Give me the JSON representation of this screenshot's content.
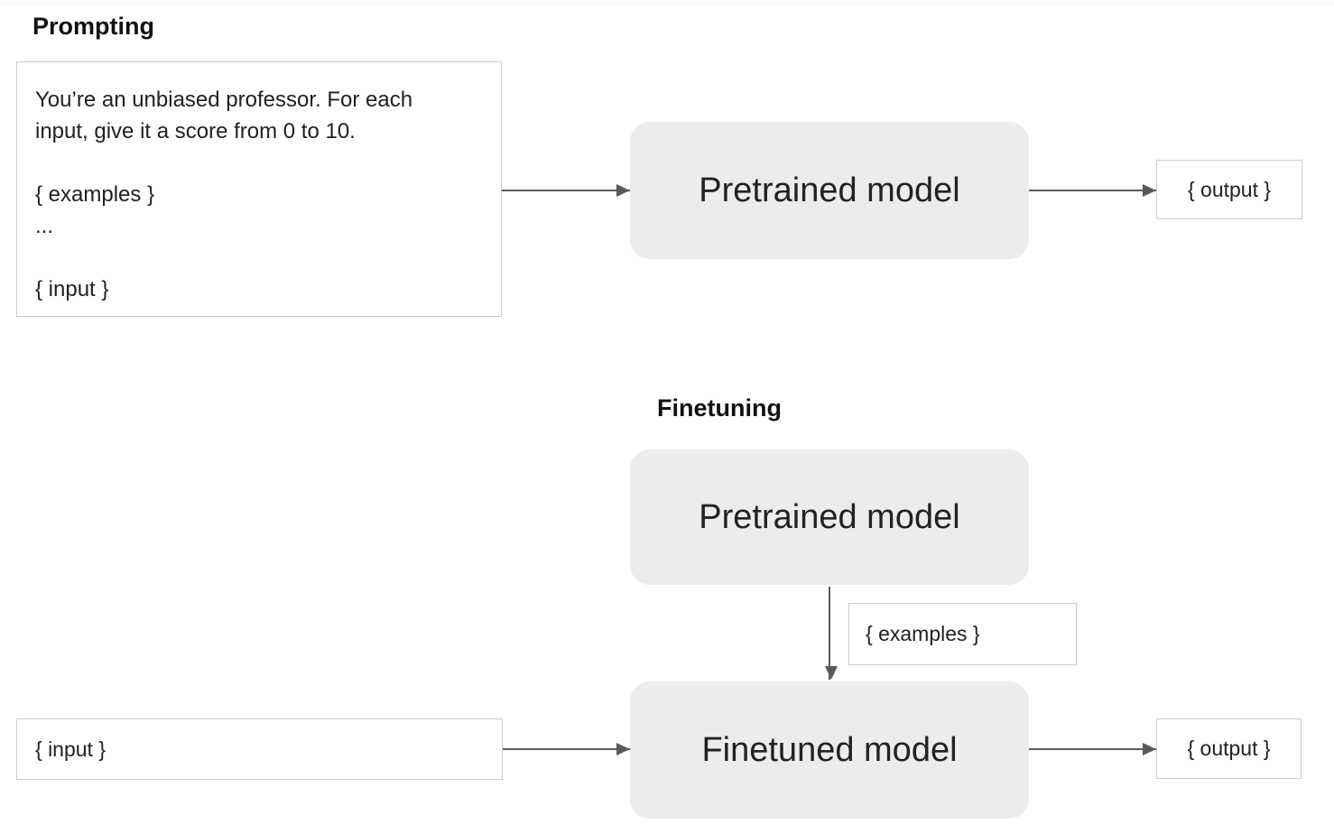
{
  "colors": {
    "background": "#ffffff",
    "model_box_fill": "#ececec",
    "io_box_border": "#cccccc",
    "arrow": "#5a5a5a",
    "text": "#212121",
    "heading_text": "#111111"
  },
  "prompting": {
    "heading": "Prompting",
    "prompt_box": {
      "instruction_line_1": "You’re an unbiased professor. For each",
      "instruction_line_2": "input, give it a score from 0 to 10.",
      "examples_placeholder": "{ examples }",
      "ellipsis": "...",
      "input_placeholder": "{ input }"
    },
    "model_label": "Pretrained model",
    "output_label": "{ output }"
  },
  "finetuning": {
    "heading": "Finetuning",
    "pretrained_model_label": "Pretrained model",
    "examples_label": "{ examples }",
    "finetuned_model_label": "Finetuned model",
    "input_label": "{ input }",
    "output_label": "{ output }"
  }
}
